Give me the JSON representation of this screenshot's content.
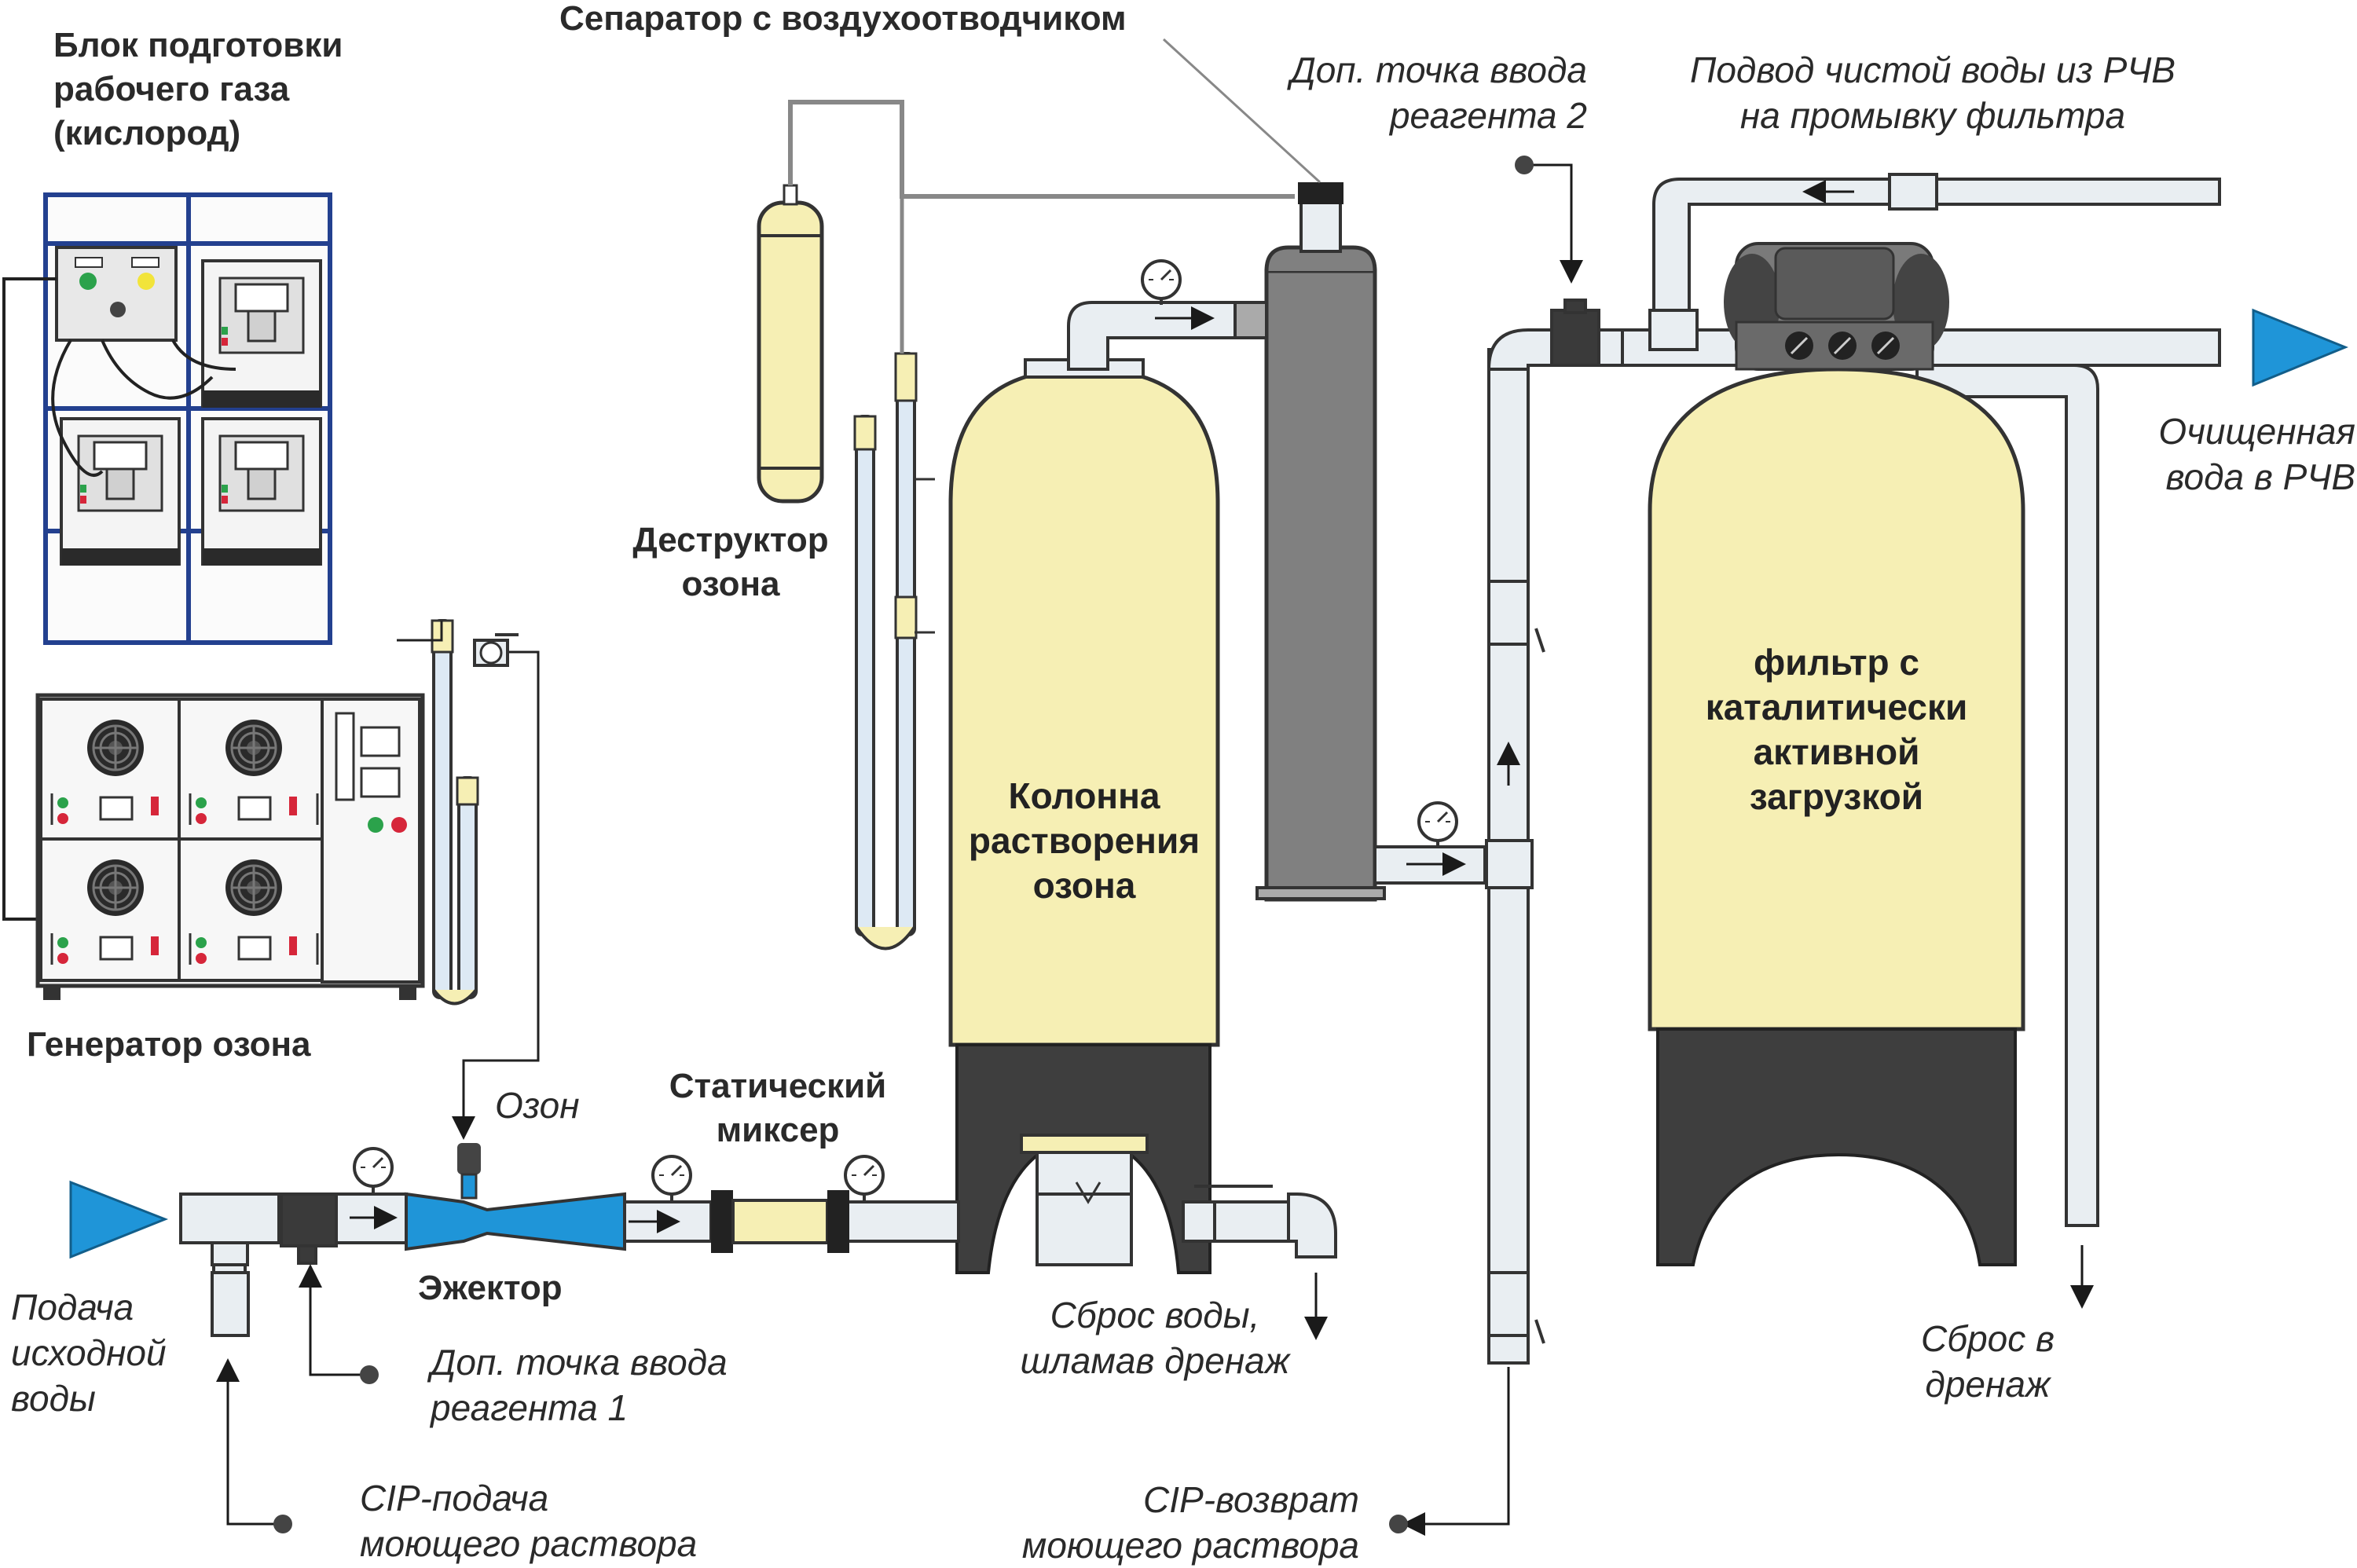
{
  "labels": {
    "gas_prep": "Блок подготовки\nрабочего газа\n(кислород)",
    "separator": "Сепаратор с воздухоотводчиком",
    "reagent2": "Доп. точка ввода\nреагента 2",
    "rinse_water": "Подвод чистой воды из РЧВ\nна промывку фильтра",
    "treated_water": "Очищенная\nвода в РЧВ",
    "destructor": "Деструктор\nозона",
    "ozone_gen": "Генератор озона",
    "ozone": "Озон",
    "static_mixer": "Статический\nмиксер",
    "column": "Колонна\nрастворения\nозона",
    "filter": "фильтр с\nкаталитически\nактивной\nзагрузкой",
    "ejector": "Эжектор",
    "source_water": "Подача\nисходной\nводы",
    "reagent1": "Доп. точка ввода\nреагента 1",
    "cip_supply": "CIP-подача\nмоющего раствора",
    "water_reset": "Сброс воды,\nшламав дренаж",
    "cip_return": "CIP-возврат\nмоющего раствора",
    "drain": "Сброс в\nдренаж"
  },
  "colors": {
    "pipe": "#e9eef2",
    "pipe_stroke": "#3a3a3a",
    "tank_fill": "#f6efb4",
    "tank_base": "#3e3e3e",
    "flow_arrow": "#1f95d8",
    "frame_blue": "#23408f",
    "separator_body": "#808080"
  },
  "icons": [
    "flow-in-arrow-icon",
    "flow-out-arrow-icon",
    "pressure-gauge-icon",
    "ball-valve-icon",
    "fan-icon"
  ]
}
